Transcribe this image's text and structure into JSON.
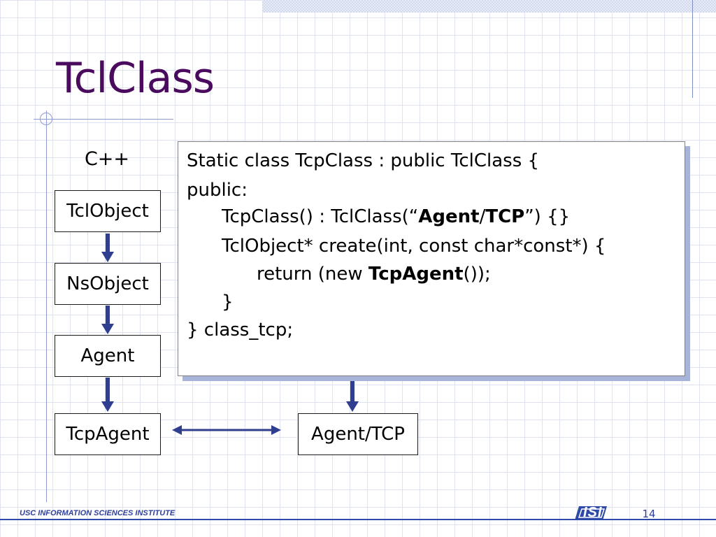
{
  "slide": {
    "title": "TclClass",
    "left_heading": "C++",
    "class_boxes": [
      "TclObject",
      "NsObject",
      "Agent",
      "TcpAgent"
    ],
    "otcl_box": "Agent/TCP",
    "code": {
      "l1": "Static class TcpClass : public TclClass {",
      "l2": "public:",
      "l3_a": "TcpClass() : TclClass(“",
      "l3_b1": "Agent",
      "l3_sep": "/",
      "l3_b2": "TCP",
      "l3_c": "”) {}",
      "l4": "TclObject* create(int, const char*const*) {",
      "l5_a": "return (new ",
      "l5_b": "TcpAgent",
      "l5_c": "());",
      "l6": "}",
      "l7": "} class_tcp;"
    }
  },
  "footer": {
    "institute": "USC INFORMATION SCIENCES INSTITUTE",
    "logo_text": "ISI",
    "page_number": "14"
  },
  "colors": {
    "title": "#4a0b5e",
    "arrow": "#2f3e8e",
    "footer_blue": "#2e4aa8",
    "code_shadow": "#a7b3d8"
  },
  "icons": [
    "down-arrow-icon",
    "double-headed-arrow-icon",
    "isi-logo-icon"
  ]
}
